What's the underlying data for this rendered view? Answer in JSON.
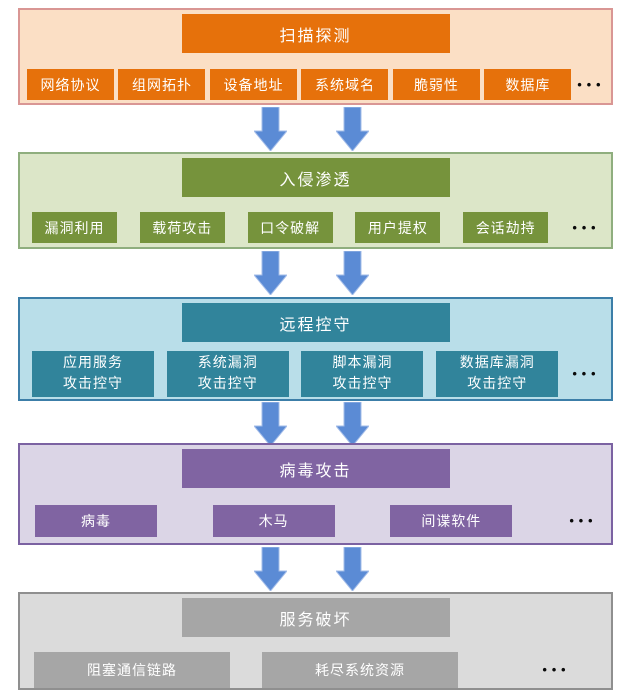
{
  "diagram": {
    "ellipsis": "···",
    "arrow_color": "#5B8BD5",
    "arrow_edge_color": "#A3BCE8",
    "stages": [
      {
        "title": "扫描探测",
        "band_fill": "#FBDFC5",
        "band_border": "#D99694",
        "box_fill": "#E6710B",
        "items": [
          "网络协议",
          "组网拓扑",
          "设备地址",
          "系统域名",
          "脆弱性",
          "数据库"
        ]
      },
      {
        "title": "入侵渗透",
        "band_fill": "#DCE6C8",
        "band_border": "#8FAE7E",
        "box_fill": "#76933C",
        "items": [
          "漏洞利用",
          "载荷攻击",
          "口令破解",
          "用户提权",
          "会话劫持"
        ]
      },
      {
        "title": "远程控守",
        "band_fill": "#B9DEE9",
        "band_border": "#3C7EA8",
        "box_fill": "#31849B",
        "items": [
          "应用服务\n攻击控守",
          "系统漏洞\n攻击控守",
          "脚本漏洞\n攻击控守",
          "数据库漏洞\n攻击控守"
        ]
      },
      {
        "title": "病毒攻击",
        "band_fill": "#DBD5E6",
        "band_border": "#7B62A2",
        "box_fill": "#8064A2",
        "items": [
          "病毒",
          "木马",
          "间谍软件"
        ]
      },
      {
        "title": "服务破坏",
        "band_fill": "#DBDBDB",
        "band_border": "#8F8F8F",
        "box_fill": "#A6A6A6",
        "items": [
          "阻塞通信链路",
          "耗尽系统资源"
        ]
      }
    ]
  }
}
